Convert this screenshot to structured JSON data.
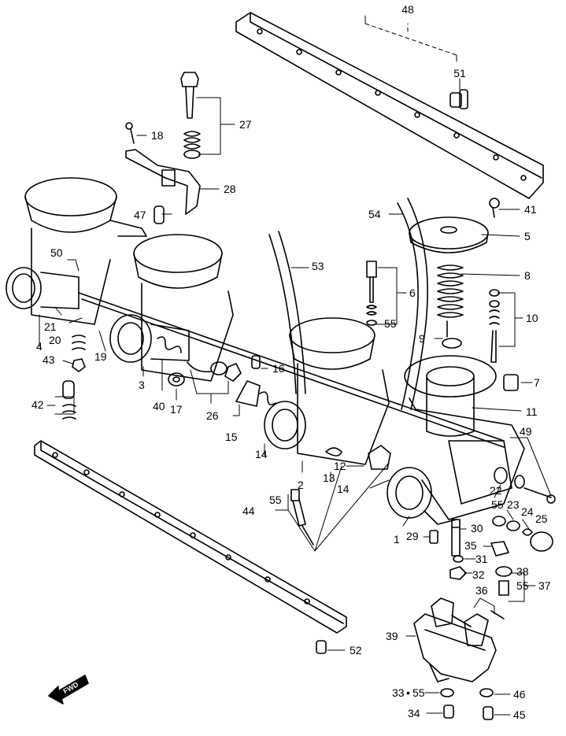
{
  "diagram": {
    "callouts": {
      "c48": "48",
      "c51": "51",
      "c27": "27",
      "c18": "18",
      "c28": "28",
      "c47": "47",
      "c41": "41",
      "c54": "54",
      "c5": "5",
      "c50": "50",
      "c53": "53",
      "c8": "8",
      "c6": "6",
      "c10": "10",
      "c21": "21",
      "c20": "20",
      "c4": "4",
      "c19": "19",
      "c55a": "55",
      "c9": "9",
      "c43": "43",
      "c16": "16",
      "c7": "7",
      "c3": "3",
      "c40": "40",
      "c17": "17",
      "c26": "26",
      "c11": "11",
      "c42": "42",
      "c15": "15",
      "c49": "49",
      "c14a": "14",
      "c12": "12",
      "c2": "2",
      "c13": "13",
      "c14b": "14",
      "c22": "22",
      "c55b": "55",
      "c23": "23",
      "c44": "44",
      "c55c": "55",
      "c24": "24",
      "c25": "25",
      "c1": "1",
      "c30": "30",
      "c29": "29",
      "c35": "35",
      "c31": "31",
      "c38": "38",
      "c32": "32",
      "c55d": "55",
      "c37": "37",
      "c36": "36",
      "c39": "39",
      "c52": "52",
      "c33": "33",
      "c55e": "55",
      "c46": "46",
      "c34": "34",
      "c45": "45"
    },
    "fwd_label": "FWD",
    "colors": {
      "ink": "#000000",
      "paper": "#ffffff"
    }
  }
}
